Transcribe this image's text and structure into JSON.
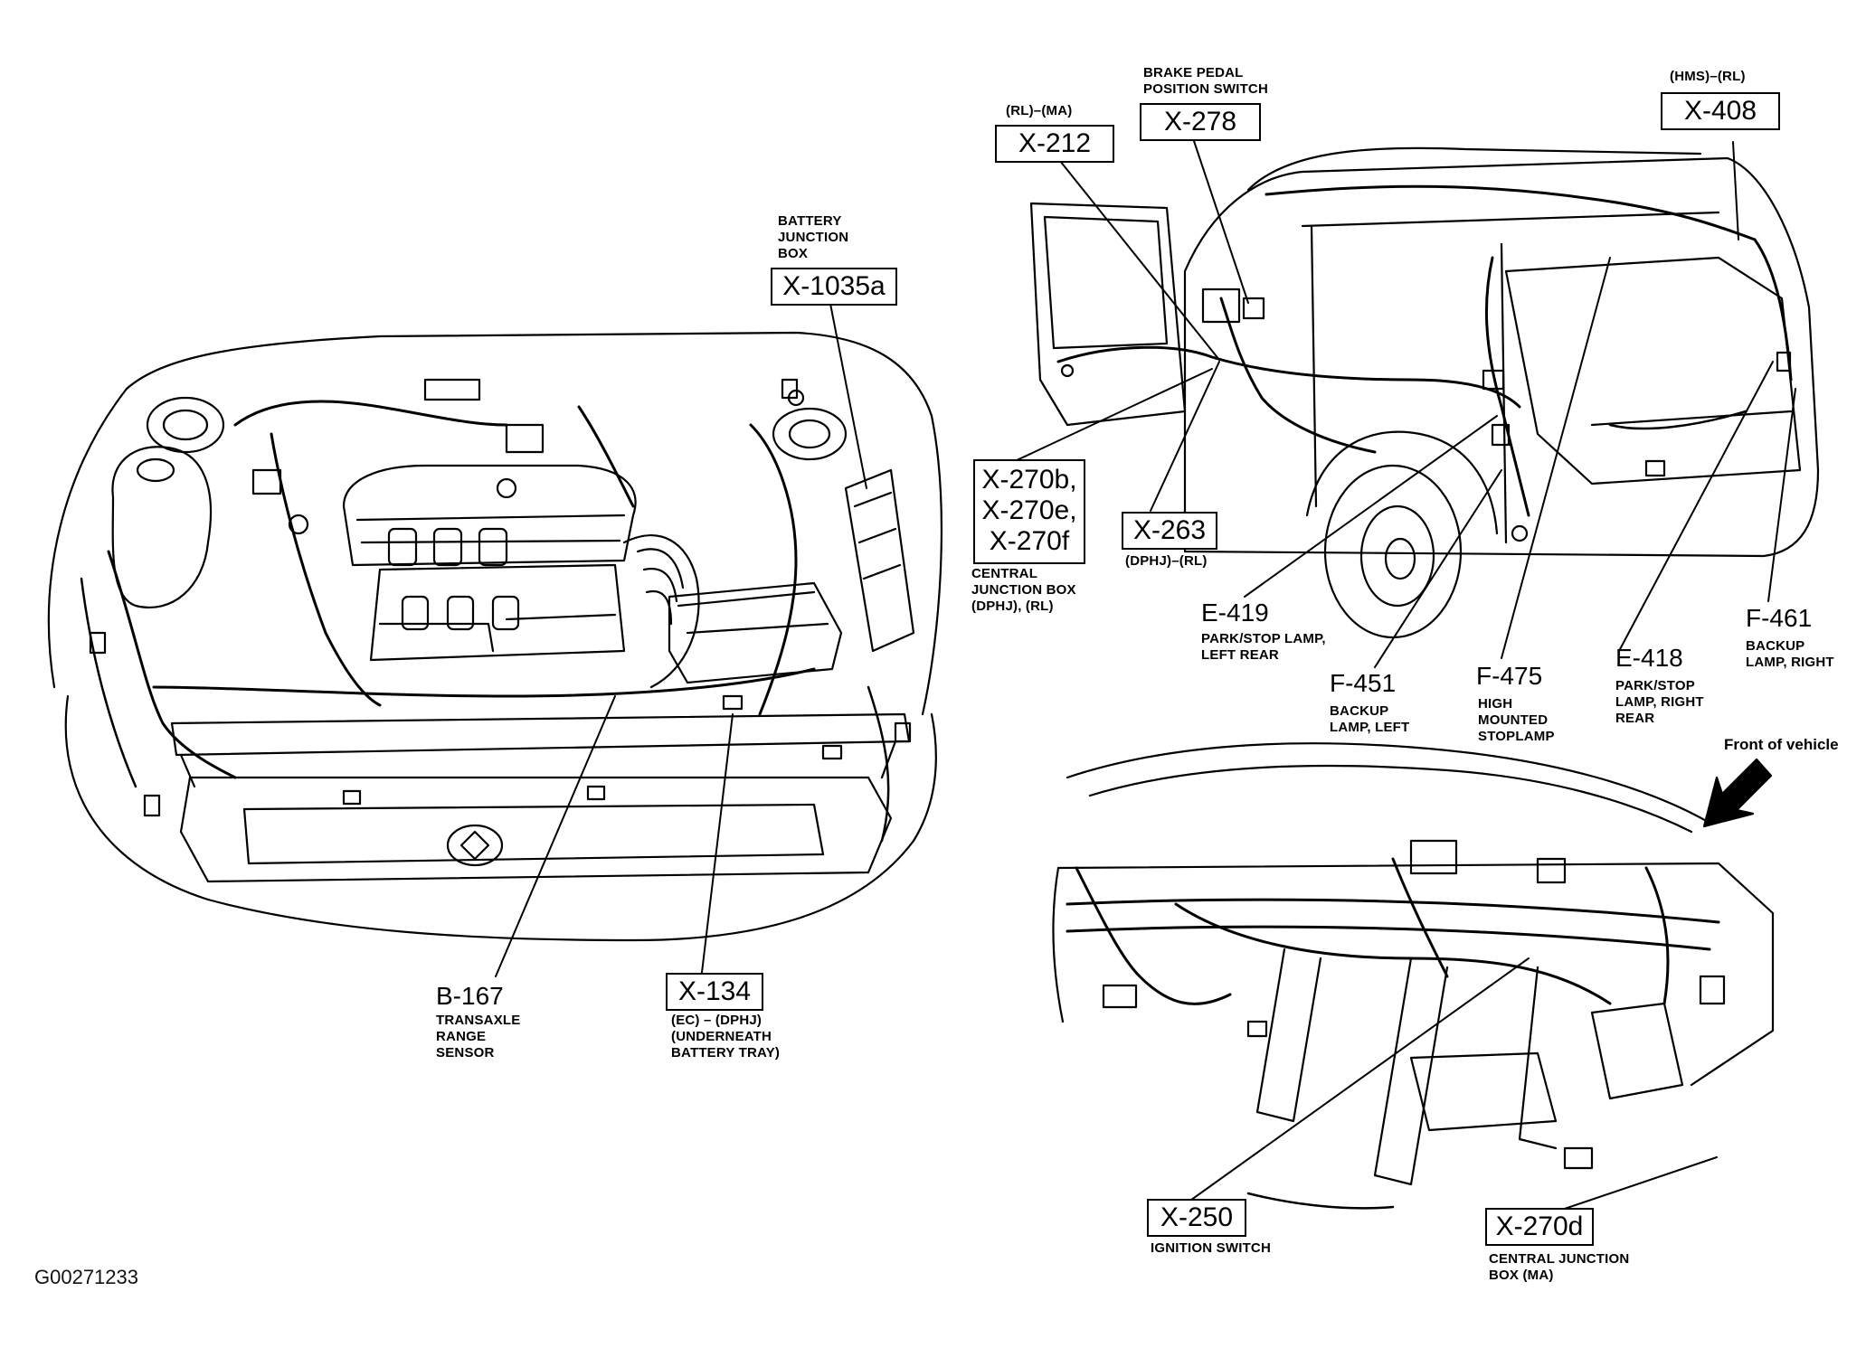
{
  "figure_code": "G00271233",
  "front_label": "Front of vehicle",
  "callouts": {
    "x1035a": {
      "code": "X-1035a",
      "desc": [
        "BATTERY",
        "JUNCTION",
        "BOX"
      ]
    },
    "b167": {
      "code": "B-167",
      "desc": [
        "TRANSAXLE",
        "RANGE",
        "SENSOR"
      ]
    },
    "x134": {
      "code": "X-134",
      "desc": [
        "(EC) – (DPHJ)",
        "(UNDERNEATH",
        "BATTERY TRAY)"
      ]
    },
    "x212": {
      "code": "X-212",
      "desc": [
        "(RL)–(MA)"
      ]
    },
    "x278": {
      "code": "X-278",
      "desc": [
        "BRAKE PEDAL",
        "POSITION SWITCH"
      ]
    },
    "x408": {
      "code": "X-408",
      "desc": [
        "(HMS)–(RL)"
      ]
    },
    "x270bef": {
      "codes": [
        "X-270b,",
        "X-270e,",
        "X-270f"
      ],
      "desc": [
        "CENTRAL",
        "JUNCTION BOX",
        "(DPHJ), (RL)"
      ]
    },
    "x263": {
      "code": "X-263",
      "desc": [
        "(DPHJ)–(RL)"
      ]
    },
    "e419": {
      "code": "E-419",
      "desc": [
        "PARK/STOP LAMP,",
        "LEFT REAR"
      ]
    },
    "f451": {
      "code": "F-451",
      "desc": [
        "BACKUP",
        "LAMP, LEFT"
      ]
    },
    "f475": {
      "code": "F-475",
      "desc": [
        "HIGH",
        "MOUNTED",
        "STOPLAMP"
      ]
    },
    "e418": {
      "code": "E-418",
      "desc": [
        "PARK/STOP",
        "LAMP, RIGHT",
        "REAR"
      ]
    },
    "f461": {
      "code": "F-461",
      "desc": [
        "BACKUP",
        "LAMP, RIGHT"
      ]
    },
    "x250": {
      "code": "X-250",
      "desc": [
        "IGNITION SWITCH"
      ]
    },
    "x270d": {
      "code": "X-270d",
      "desc": [
        "CENTRAL JUNCTION",
        "BOX (MA)"
      ]
    }
  }
}
